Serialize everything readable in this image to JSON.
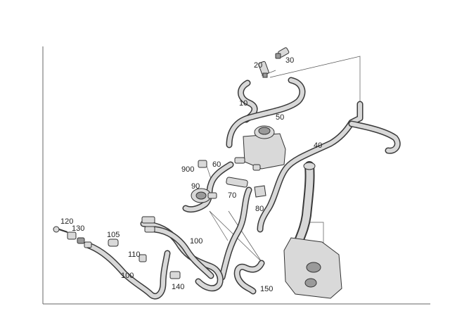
{
  "callouts": {
    "p10": "10",
    "p20": "20",
    "p30": "30",
    "p40": "40",
    "p50": "50",
    "p60": "60",
    "p70": "70",
    "p80": "80",
    "p90": "90",
    "p100a": "100",
    "p100b": "100",
    "p105": "105",
    "p110": "110",
    "p120": "120",
    "p130": "130",
    "p140": "140",
    "p150": "150",
    "p900": "900"
  },
  "colors": {
    "hose_outline": "#3a3a3a",
    "hose_fill": "#d8d8d8",
    "part_fill": "#d9d9d9",
    "frame": "#666666"
  }
}
